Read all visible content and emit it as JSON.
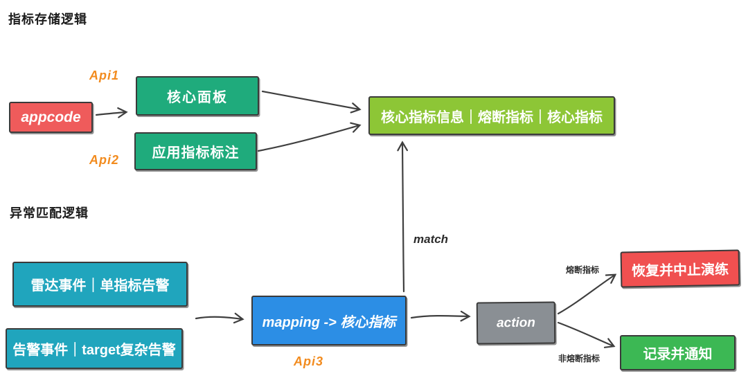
{
  "sections": {
    "storage": {
      "title": "指标存储逻辑"
    },
    "matching": {
      "title": "异常匹配逻辑"
    }
  },
  "api_labels": {
    "api1": "Api1",
    "api2": "Api2",
    "api3": "Api3",
    "color": "#f28b1e"
  },
  "nodes": {
    "appcode": {
      "label": "appcode",
      "fill": "#ef5b5b"
    },
    "core_panel": {
      "label": "核心面板",
      "fill": "#1fab7c"
    },
    "app_metric_mark": {
      "label": "应用指标标注",
      "fill": "#1fab7c"
    },
    "core_metric_info": {
      "label": "核心指标信息｜熔断指标｜核心指标",
      "fill": "#8dc636"
    },
    "radar_event": {
      "label": "雷达事件｜单指标告警",
      "fill": "#20a5bd"
    },
    "alert_event": {
      "label": "告警事件｜target复杂告警",
      "fill": "#20a5bd"
    },
    "mapping": {
      "label": "mapping -> 核心指标",
      "fill": "#2c8ee5"
    },
    "action": {
      "label": "action",
      "fill": "#8a8f94"
    },
    "recover_abort": {
      "label": "恢复并中止演练",
      "fill": "#f05050"
    },
    "record_notify": {
      "label": "记录并通知",
      "fill": "#3cb854"
    }
  },
  "edge_labels": {
    "match": "match",
    "fuse": "熔断指标",
    "non_fuse": "非熔断指标"
  },
  "edges": [
    {
      "from": "appcode",
      "to": "core_panel",
      "label": ""
    },
    {
      "from": "core_panel",
      "to": "core_metric_info",
      "label": ""
    },
    {
      "from": "app_metric_mark",
      "to": "core_metric_info",
      "label": ""
    },
    {
      "from": "radar_event,alert_event",
      "to": "mapping",
      "label": ""
    },
    {
      "from": "mapping",
      "to": "core_metric_info",
      "label": "match"
    },
    {
      "from": "mapping",
      "to": "action",
      "label": ""
    },
    {
      "from": "action",
      "to": "recover_abort",
      "label": "熔断指标"
    },
    {
      "from": "action",
      "to": "record_notify",
      "label": "非熔断指标"
    }
  ]
}
